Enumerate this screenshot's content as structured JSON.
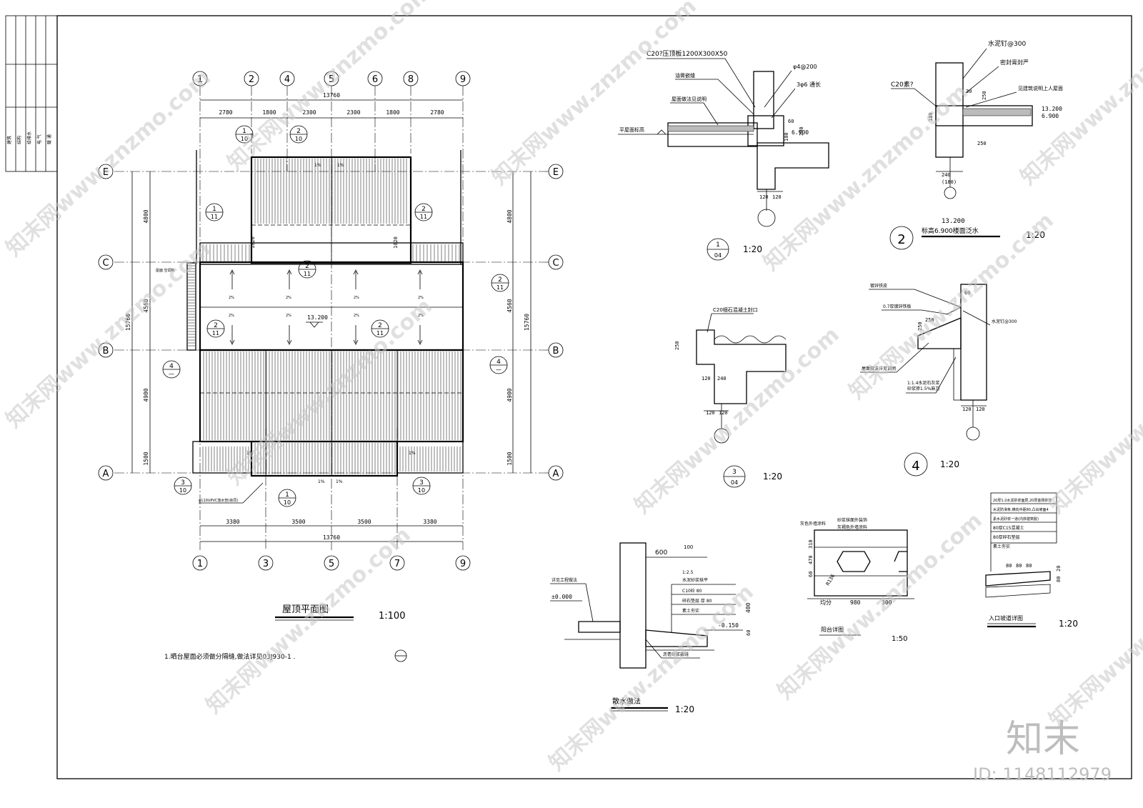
{
  "title_block": [
    "建筑",
    "结构",
    "给排水",
    "电 气",
    "暖 通"
  ],
  "plan": {
    "title": "屋顶平面图",
    "scale": "1:100",
    "top_axes": [
      "1",
      "2",
      "4",
      "5",
      "6",
      "8",
      "9"
    ],
    "bottom_axes": [
      "1",
      "3",
      "5",
      "7",
      "9"
    ],
    "side_axes": [
      "E",
      "C",
      "B",
      "A"
    ],
    "top_total": "13760",
    "top_dims": [
      "2780",
      "1800",
      "2300",
      "2300",
      "1800",
      "2780"
    ],
    "bottom_total": "13760",
    "bottom_dims": [
      "3380",
      "3500",
      "3500",
      "3380"
    ],
    "left_total": "15760",
    "left_dims": [
      "4800",
      "4560",
      "4900",
      "1500"
    ],
    "right_total": "15760",
    "right_dims": [
      "4800",
      "4560",
      "4900",
      "1500"
    ],
    "elevation": "13.200",
    "dim_1020": "1020",
    "slope": "1%",
    "slope2": "2%",
    "pipe_note": "φ110UPVC落水管(余同)",
    "gutter_note": "屋面 空调板",
    "note": "1.晒台屋面必须做分隔缝,做法详见03J930-1  .",
    "callouts": [
      {
        "top": "1",
        "bottom": "10"
      },
      {
        "top": "2",
        "bottom": "10"
      },
      {
        "top": "1",
        "bottom": "11"
      },
      {
        "top": "2",
        "bottom": "11"
      },
      {
        "top": "3",
        "bottom": "10"
      },
      {
        "top": "4",
        "bottom": "—"
      }
    ]
  },
  "detail1": {
    "labels": [
      "C20?压顶板1200X300X50",
      "油膏嵌缝",
      "φ4@200",
      "3φ6 通长",
      "屋面做法见说明",
      "平屋面标高"
    ],
    "dims": [
      "60",
      "100",
      "200",
      "120",
      "120"
    ],
    "elevation": "6.900",
    "num": "1",
    "sheet": "04",
    "scale": "1:20"
  },
  "detail2": {
    "labels": [
      "水泥钉@300",
      "密封膏封严",
      "见建筑说明上人屋面",
      "C20素?"
    ],
    "dims": [
      "30",
      "250",
      "180",
      "250",
      "240",
      "(180)"
    ],
    "elev1": "13.200",
    "elev2": "6.900",
    "num": "2",
    "caption_elev": "13.200",
    "caption": "标高6.900楼面泛水",
    "scale": "1:20"
  },
  "detail3": {
    "labels": [
      "C20细石混凝土封口"
    ],
    "dims": [
      "250",
      "120",
      "240",
      "120",
      "120"
    ],
    "num": "3",
    "sheet": "04",
    "scale": "1:20"
  },
  "detail4": {
    "labels": [
      "镀锌铁皮",
      "0.7厚镀锌铁板",
      "水泥钉@300",
      "屋面做法详见说明",
      "1:1.4水泥石灰浆",
      "砂浆掺1.5%麻刀"
    ],
    "dims": [
      "60",
      "250",
      "250",
      "120",
      "120"
    ],
    "num": "4",
    "scale": "1:20"
  },
  "detail_drain": {
    "title": "散水做法",
    "scale": "1:20",
    "dims": [
      "600",
      "100",
      "400",
      "60"
    ],
    "layers": [
      "1:2.5",
      "水泥砂浆抹平",
      "C10砼 80",
      "碎石垫层 厚 80",
      "素土夯实"
    ],
    "left_label": "详见工程做法",
    "elev0": "±0.000",
    "elev1": "-0.150",
    "joint_label": "沥青砂浆嵌缝"
  },
  "detail_balcony": {
    "title": "阳台详图",
    "scale": "1:50",
    "labels": [
      "灰色外墙涂料",
      "砂浆抹面外装饰",
      "灰褐色外墙涂料"
    ],
    "dims_v": [
      "60",
      "470",
      "310",
      "60"
    ],
    "dims_h": [
      "均分",
      "980",
      "300"
    ],
    "radius": "R136"
  },
  "detail_ramp": {
    "title": "入口坡道详图",
    "scale": "1:20",
    "layers": [
      "20厚1:2水泥砂浆面层,20厚金刚砂浆",
      "水泥防滑条,横向中距80,凸出坡面4",
      "素水泥砂浆一道(内掺建筑胶)",
      "80厚C15混凝土",
      "80厚碎石垫层",
      "素土夯实"
    ],
    "dims": [
      "80",
      "80",
      "80",
      "20",
      "80"
    ]
  },
  "brand": "知末",
  "id_label": "ID: 1148112979",
  "watermark": "知末网www.znzmo.com"
}
